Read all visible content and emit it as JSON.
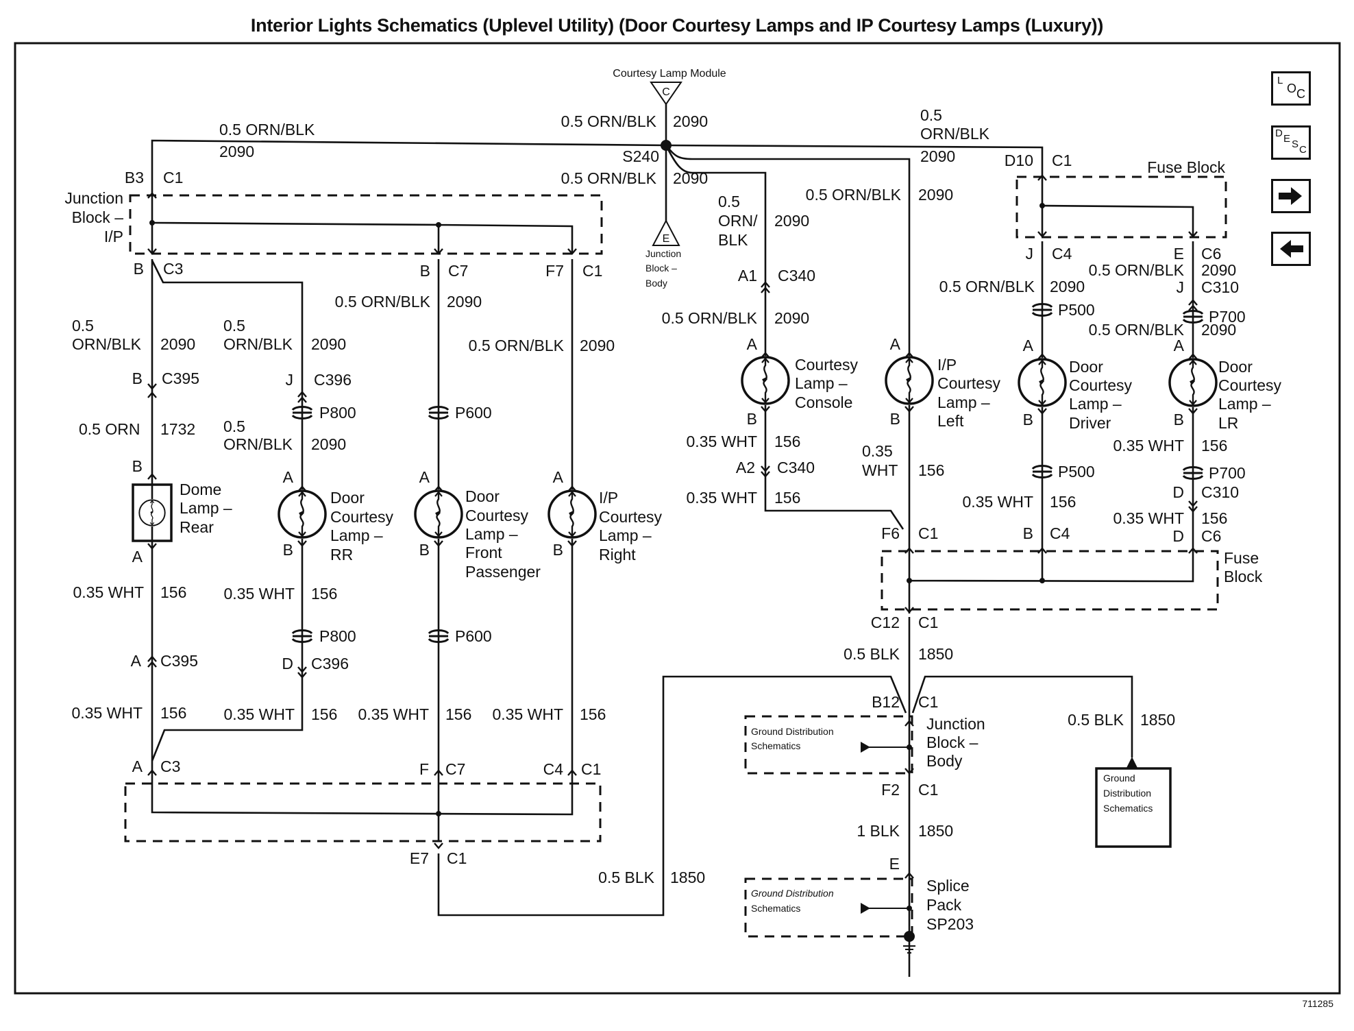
{
  "title": "Interior Lights Schematics (Uplevel Utility) (Door Courtesy Lamps and IP Courtesy Lamps (Luxury))",
  "figure_id": "711285",
  "nav_buttons": {
    "loc": [
      "L",
      "O",
      "C"
    ],
    "desc": [
      "D",
      "E",
      "S",
      "C"
    ],
    "next": "next-page",
    "prev": "previous-page"
  },
  "components": {
    "courtesy_lamp_module": "Courtesy Lamp Module",
    "module_ref": "C",
    "junction_block_body_ref": "E",
    "junction_block_body_small": [
      "Junction",
      "Block –",
      "Body"
    ],
    "splice_s240": "S240",
    "junction_block_ip": [
      "Junction",
      "Block –",
      "I/P"
    ],
    "fuse_block_top": "Fuse Block",
    "fuse_block_bottom": [
      "Fuse",
      "Block"
    ],
    "junction_block_body": [
      "Junction",
      "Block –",
      "Body"
    ],
    "splice_pack": [
      "Splice",
      "Pack",
      "SP203"
    ],
    "ground_dist_1": [
      "Ground Distribution",
      "Schematics"
    ],
    "ground_dist_2": [
      "Ground Distribution",
      "Schematics"
    ],
    "ground_dist_box": [
      "Ground",
      "Distribution",
      "Schematics"
    ]
  },
  "lamps": [
    {
      "name": [
        "Dome",
        "Lamp –",
        "Rear"
      ]
    },
    {
      "name": [
        "Door",
        "Courtesy",
        "Lamp –",
        "RR"
      ]
    },
    {
      "name": [
        "Door",
        "Courtesy",
        "Lamp –",
        "Front",
        "Passenger"
      ]
    },
    {
      "name": [
        "I/P",
        "Courtesy",
        "Lamp –",
        "Right"
      ]
    },
    {
      "name": [
        "Courtesy",
        "Lamp –",
        "Console"
      ]
    },
    {
      "name": [
        "I/P",
        "Courtesy",
        "Lamp –",
        "Left"
      ]
    },
    {
      "name": [
        "Door",
        "Courtesy",
        "Lamp –",
        "Driver"
      ]
    },
    {
      "name": [
        "Door",
        "Courtesy",
        "Lamp –",
        "LR"
      ]
    }
  ],
  "wire_labels": {
    "top_left": [
      "0.5 ORN/BLK",
      "2090"
    ],
    "module_feed": [
      "0.5 ORN/BLK",
      "2090"
    ],
    "s240_down": [
      "0.5 ORN/BLK",
      "2090"
    ],
    "top_right": [
      "0.5",
      "ORN/BLK",
      "2090"
    ],
    "console_feed": [
      "0.5",
      "ORN/",
      "BLK",
      "2090"
    ],
    "ipleft_feed": [
      "0.5 ORN/BLK",
      "2090"
    ],
    "fp_feed": [
      "0.5 ORN/BLK",
      "2090"
    ],
    "dome_feed": [
      "0.5",
      "ORN/BLK",
      "2090"
    ],
    "rr_feed": [
      "0.5",
      "ORN/BLK",
      "2090"
    ],
    "ipright_feed": [
      "0.5 ORN/BLK",
      "2090"
    ],
    "dome_feed2": [
      "0.5 ORN",
      "1732"
    ],
    "rr_feed2": [
      "0.5",
      "ORN/BLK",
      "2090"
    ],
    "console_feed2": [
      "0.5 ORN/BLK",
      "2090"
    ],
    "driver_feed": [
      "0.5 ORN/BLK",
      "2090"
    ],
    "lr_feed": [
      "0.5 ORN/BLK",
      "2090"
    ],
    "lr_feed2": [
      "0.5 ORN/BLK",
      "2090"
    ],
    "dome_gnd": [
      "0.35 WHT",
      "156"
    ],
    "rr_gnd": [
      "0.35 WHT",
      "156"
    ],
    "dome_gnd2": [
      "0.35 WHT",
      "156"
    ],
    "rr_gnd2": [
      "0.35 WHT",
      "156"
    ],
    "fp_gnd": [
      "0.35 WHT",
      "156"
    ],
    "ipright_gnd": [
      "0.35 WHT",
      "156"
    ],
    "console_gnd": [
      "0.35 WHT",
      "156"
    ],
    "console_gnd2": [
      "0.35 WHT",
      "156"
    ],
    "ipleft_gnd": [
      "0.35",
      "WHT",
      "156"
    ],
    "driver_gnd": [
      "0.35 WHT",
      "156"
    ],
    "lr_gnd": [
      "0.35 WHT",
      "156"
    ],
    "lr_gnd2": [
      "0.35 WHT",
      "156"
    ],
    "blk_e7": [
      "0.5 BLK",
      "1850"
    ],
    "blk_c12": [
      "0.5 BLK",
      "1850"
    ],
    "blk_right": [
      "0.5 BLK",
      "1850"
    ],
    "blk_f2": [
      "1 BLK",
      "1850"
    ]
  },
  "connectors": {
    "b3": [
      "B3",
      "C1"
    ],
    "ip_b": [
      "B",
      "C3"
    ],
    "ip_b7": [
      "B",
      "C7"
    ],
    "ip_f7": [
      "F7",
      "C1"
    ],
    "c395b": [
      "B",
      "C395"
    ],
    "c396j": [
      "J",
      "C396"
    ],
    "dome_b": "B",
    "dome_a": "A",
    "c395a": [
      "A",
      "C395"
    ],
    "c396d": [
      "D",
      "C396"
    ],
    "rr_a": "A",
    "rr_b": "B",
    "fp_a": "A",
    "fp_b": "B",
    "ipr_a": "A",
    "ipr_b": "B",
    "bot_a": [
      "A",
      "C3"
    ],
    "bot_f": [
      "F",
      "C7"
    ],
    "bot_c4": [
      "C4",
      "C1"
    ],
    "e7": [
      "E7",
      "C1"
    ],
    "c340a1": [
      "A1",
      "C340"
    ],
    "c340a2": [
      "A2",
      "C340"
    ],
    "con_a": "A",
    "con_b": "B",
    "ipl_a": "A",
    "ipl_b": "B",
    "drv_a": "A",
    "drv_b": "B",
    "lr_a": "A",
    "lr_b": "B",
    "d10": [
      "D10",
      "C1"
    ],
    "j_c4": [
      "J",
      "C4"
    ],
    "e_c6": [
      "E",
      "C6"
    ],
    "j_c310": [
      "J",
      "C310"
    ],
    "d_c310": [
      "D",
      "C310"
    ],
    "d_c6": [
      "D",
      "C6"
    ],
    "b_c4": [
      "B",
      "C4"
    ],
    "f6": [
      "F6",
      "C1"
    ],
    "c12": [
      "C12",
      "C1"
    ],
    "b12": [
      "B12",
      "C1"
    ],
    "f2": [
      "F2",
      "C1"
    ],
    "e": "E"
  },
  "inline_connectors": {
    "p800_top": "P800",
    "p600_top": "P600",
    "p800_bot": "P800",
    "p600_bot": "P600",
    "p500_top": "P500",
    "p700_top": "P700",
    "p500_bot": "P500",
    "p700_bot": "P700"
  }
}
